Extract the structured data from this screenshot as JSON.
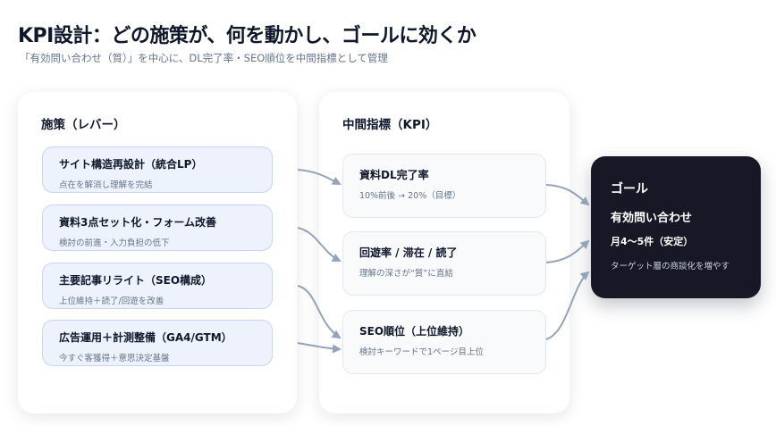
{
  "header": {
    "title": "KPI設計：どの施策が、何を動かし、ゴールに効くか",
    "subtitle": "「有効問い合わせ（質）」を中心に、DL完了率・SEO順位を中間指標として管理"
  },
  "levers": {
    "title": "施策（レバー）",
    "items": [
      {
        "title": "サイト構造再設計（統合LP）",
        "sub": "点在を解消し理解を完結"
      },
      {
        "title": "資料3点セット化・フォーム改善",
        "sub": "検討の前進・入力負担の低下"
      },
      {
        "title": "主要記事リライト（SEO構成）",
        "sub": "上位維持＋読了/回遊を改善"
      },
      {
        "title": "広告運用＋計測整備（GA4/GTM）",
        "sub": "今すぐ客獲得＋意思決定基盤"
      }
    ]
  },
  "kpis": {
    "title": "中間指標（KPI）",
    "items": [
      {
        "title": "資料DL完了率",
        "sub": "10%前後 → 20%（目標）"
      },
      {
        "title": "回遊率 / 滞在 / 読了",
        "sub": "理解の深さが“質”に直結"
      },
      {
        "title": "SEO順位（上位維持）",
        "sub": "検討キーワードで1ページ目上位"
      }
    ]
  },
  "goal": {
    "label": "ゴール",
    "name": "有効問い合わせ",
    "target": "月4〜5件（安定）",
    "desc": "ターゲット層の商談化を増やす"
  },
  "colors": {
    "arrow": "#94a3b8",
    "goal_bg": "#171726"
  }
}
